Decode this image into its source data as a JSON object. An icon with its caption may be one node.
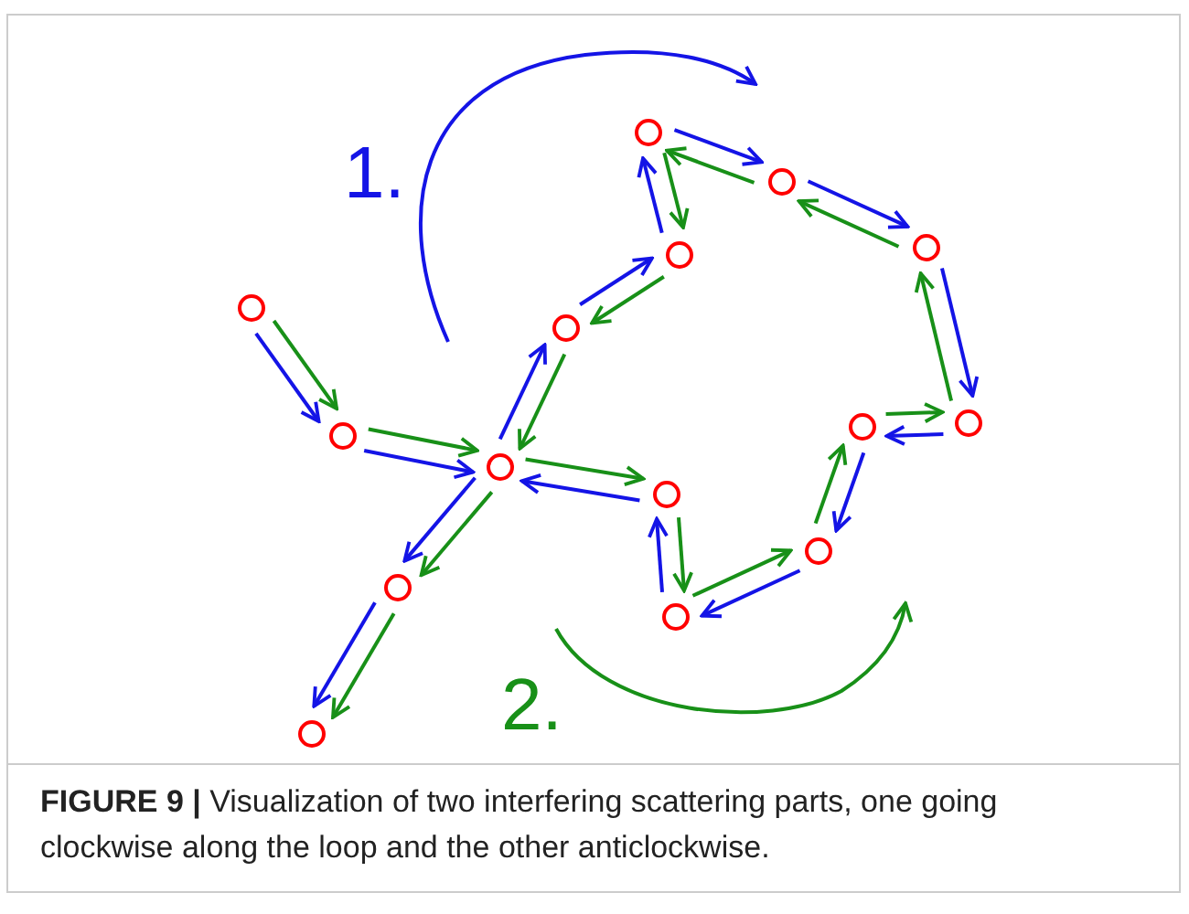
{
  "diagram": {
    "caption": "**FIGURE 9 |** Visualization of two interfering scattering parts, one going clockwise along the loop and the other anticlockwise.",
    "nodes": [
      {
        "text": [],
        "shape": "circle"
      },
      {
        "text": [],
        "shape": "circle"
      },
      {
        "text": [],
        "shape": "circle"
      },
      {
        "text": [],
        "shape": "circle"
      },
      {
        "text": [],
        "shape": "circle"
      },
      {
        "text": [],
        "shape": "circle"
      },
      {
        "text": [],
        "shape": "circle"
      },
      {
        "text": [],
        "shape": "circle"
      },
      {
        "text": [],
        "shape": "circle"
      },
      {
        "text": [],
        "shape": "circle"
      },
      {
        "text": [],
        "shape": "circle"
      },
      {
        "text": [],
        "shape": "circle"
      },
      {
        "text": [],
        "shape": "circle"
      },
      {
        "text": [],
        "shape": "circle"
      },
      {
        "text": [],
        "shape": "circle"
      }
    ],
    "edges": [
      {
        "from": 0,
        "to": 1,
        "arrow": "to",
        "color": "#1414e6"
      },
      {
        "from": 0,
        "to": 1,
        "arrow": "to",
        "color": "#189018"
      },
      {
        "from": 1,
        "to": 2,
        "arrow": "to",
        "color": "#1414e6"
      },
      {
        "from": 1,
        "to": 2,
        "arrow": "to",
        "color": "#189018"
      },
      {
        "from": 2,
        "to": 3,
        "arrow": "to",
        "color": "#1414e6"
      },
      {
        "from": 2,
        "to": 3,
        "arrow": "to",
        "color": "#189018"
      },
      {
        "from": 3,
        "to": 4,
        "arrow": "to",
        "color": "#1414e6"
      },
      {
        "from": 3,
        "to": 4,
        "arrow": "to",
        "color": "#189018"
      },
      {
        "from": 2,
        "to": 5,
        "arrow": "to",
        "color": "#1414e6"
      },
      {
        "from": 5,
        "to": 2,
        "arrow": "to",
        "color": "#189018"
      },
      {
        "from": 5,
        "to": 6,
        "arrow": "to",
        "color": "#1414e6"
      },
      {
        "from": 6,
        "to": 5,
        "arrow": "to",
        "color": "#189018"
      },
      {
        "from": 6,
        "to": 7,
        "arrow": "to",
        "color": "#1414e6"
      },
      {
        "from": 7,
        "to": 6,
        "arrow": "to",
        "color": "#189018"
      },
      {
        "from": 7,
        "to": 8,
        "arrow": "to",
        "color": "#1414e6"
      },
      {
        "from": 8,
        "to": 7,
        "arrow": "to",
        "color": "#189018"
      },
      {
        "from": 8,
        "to": 9,
        "arrow": "to",
        "color": "#1414e6"
      },
      {
        "from": 9,
        "to": 8,
        "arrow": "to",
        "color": "#189018"
      },
      {
        "from": 9,
        "to": 10,
        "arrow": "to",
        "color": "#1414e6"
      },
      {
        "from": 10,
        "to": 9,
        "arrow": "to",
        "color": "#189018"
      },
      {
        "from": 10,
        "to": 11,
        "arrow": "to",
        "color": "#1414e6"
      },
      {
        "from": 11,
        "to": 10,
        "arrow": "to",
        "color": "#189018"
      },
      {
        "from": 11,
        "to": 12,
        "arrow": "to",
        "color": "#1414e6"
      },
      {
        "from": 12,
        "to": 11,
        "arrow": "to",
        "color": "#189018"
      },
      {
        "from": 12,
        "to": 14,
        "arrow": "to",
        "color": "#1414e6"
      },
      {
        "from": 14,
        "to": 12,
        "arrow": "to",
        "color": "#189018"
      },
      {
        "from": 14,
        "to": 13,
        "arrow": "to",
        "color": "#1414e6"
      },
      {
        "from": 13,
        "to": 14,
        "arrow": "to",
        "color": "#189018"
      },
      {
        "from": 13,
        "to": 2,
        "arrow": "to",
        "color": "#1414e6"
      },
      {
        "from": 2,
        "to": 13,
        "arrow": "to",
        "color": "#189018"
      }
    ],
    "labels": [
      "1.",
      "2."
    ]
  }
}
